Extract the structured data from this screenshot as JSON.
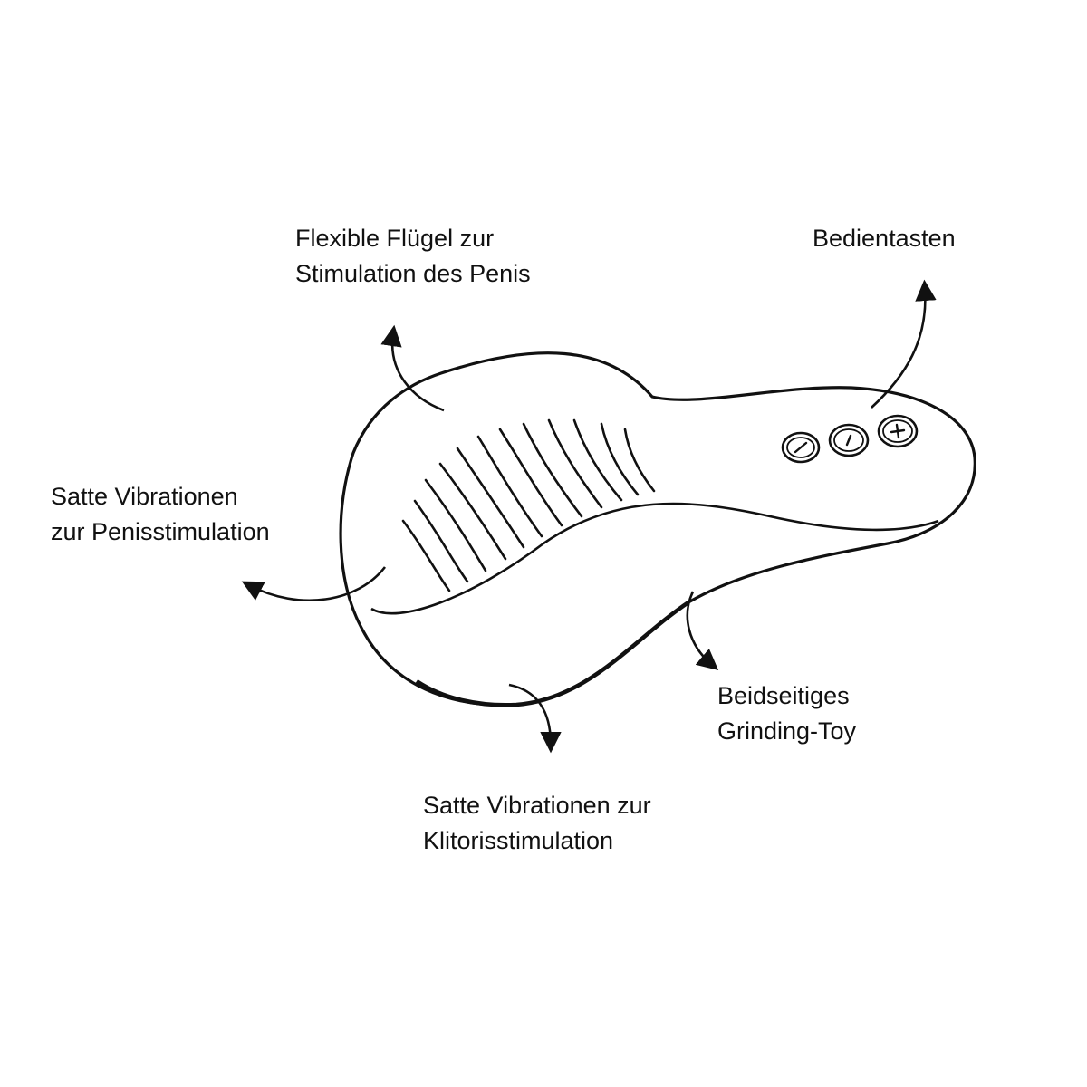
{
  "labels": {
    "wings": {
      "line1": "Flexible Flügel zur",
      "line2": "Stimulation des Penis"
    },
    "buttons": {
      "line1": "Bedientasten"
    },
    "penis_vibration": {
      "line1": "Satte Vibrationen",
      "line2": "zur Penisstimulation"
    },
    "grinding": {
      "line1": "Beidseitiges",
      "line2": "Grinding-Toy"
    },
    "clitoris_vibration": {
      "line1": "Satte Vibrationen zur",
      "line2": "Klitorisstimulation"
    }
  },
  "control_buttons": [
    {
      "icon": "minus-icon"
    },
    {
      "icon": "power-icon"
    },
    {
      "icon": "plus-icon"
    }
  ],
  "colors": {
    "line": "#111111",
    "background": "#ffffff"
  }
}
